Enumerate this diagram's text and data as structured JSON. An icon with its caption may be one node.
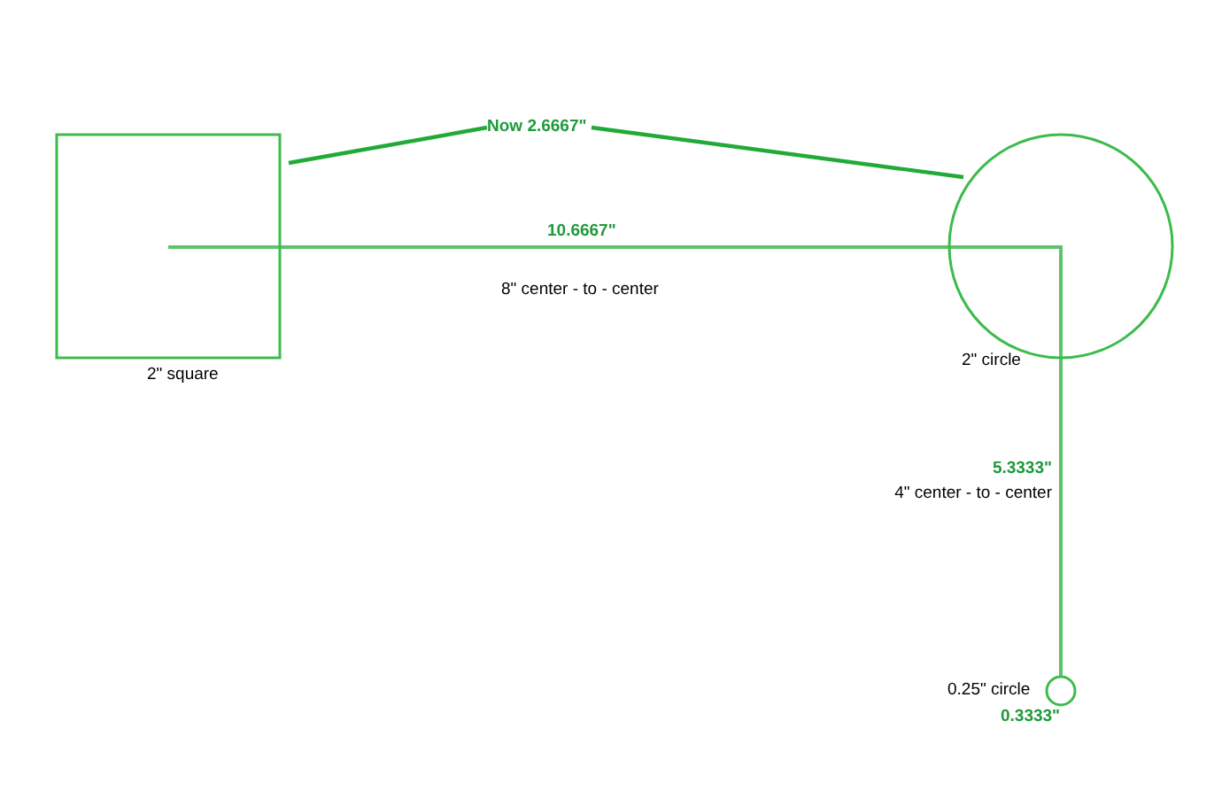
{
  "diagram": {
    "nodes": [
      {
        "text": [],
        "shape": "box",
        "beside": [
          "2\" square"
        ]
      },
      {
        "text": [],
        "shape": "circle",
        "beside": [
          "2\" circle"
        ]
      },
      {
        "text": [],
        "shape": "circle",
        "beside": [
          "0.25\" circle",
          "0.3333\""
        ]
      }
    ],
    "labels": [
      "Now 2.6667\"",
      "10.6667\"",
      "8\" center - to - center",
      "5.3333\"",
      "4\" center - to - center"
    ]
  }
}
